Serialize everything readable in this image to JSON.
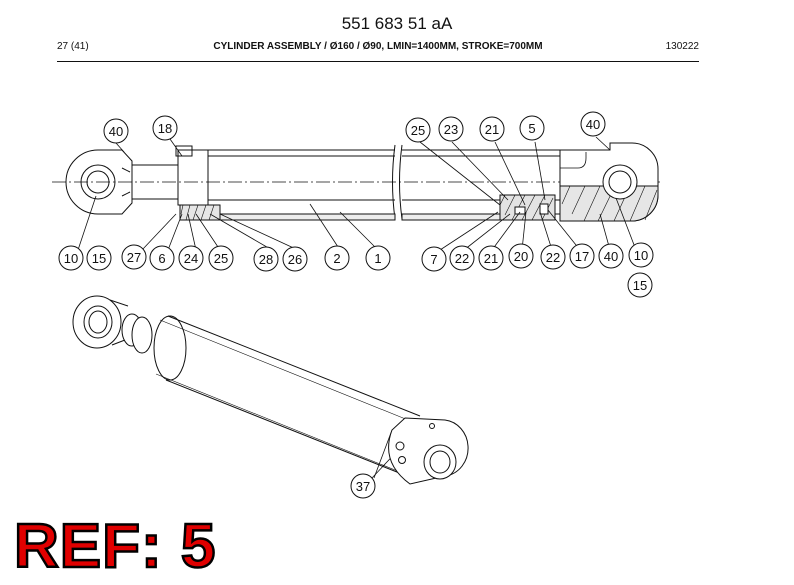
{
  "document": {
    "number": "551 683 51 aA",
    "page": "27 (41)",
    "title": "CYLINDER ASSEMBLY / Ø160 / Ø90, LMIN=1400MM, STROKE=700MM",
    "date": "130222"
  },
  "callouts": {
    "top_left": [
      "40",
      "18"
    ],
    "top_right": [
      "25",
      "23",
      "21",
      "5",
      "40"
    ],
    "bottom_left": [
      "10",
      "15",
      "27",
      "6",
      "24",
      "25",
      "28",
      "26",
      "2",
      "1"
    ],
    "bottom_right": [
      "7",
      "22",
      "21",
      "20",
      "22",
      "17",
      "40",
      "10",
      "15"
    ],
    "iso_view": [
      "37"
    ]
  },
  "reference_label": "REF: 5"
}
